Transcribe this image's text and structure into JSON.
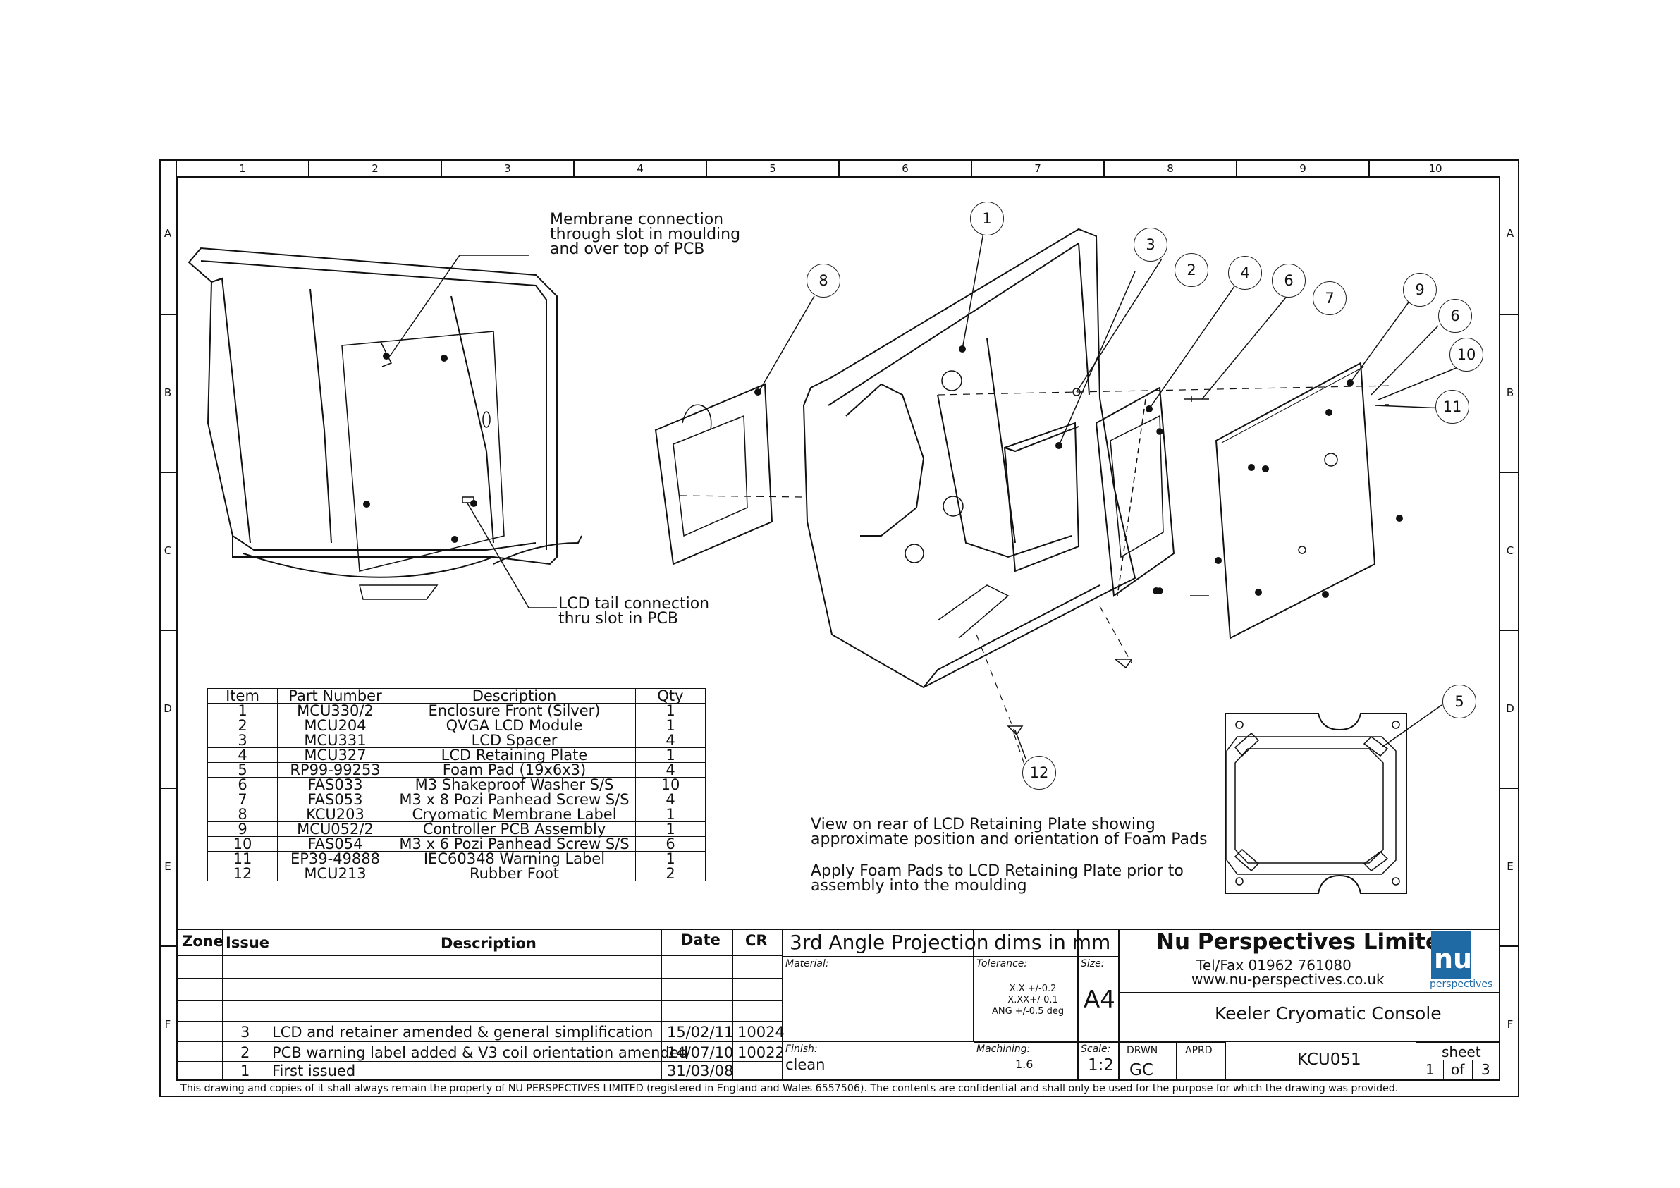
{
  "zones": {
    "cols": [
      "1",
      "2",
      "3",
      "4",
      "5",
      "6",
      "7",
      "8",
      "9",
      "10"
    ],
    "rows": [
      "A",
      "B",
      "C",
      "D",
      "E",
      "F"
    ]
  },
  "notes": {
    "membrane": [
      "Membrane connection",
      "through slot in moulding",
      "and over top of PCB"
    ],
    "lcd_tail": [
      "LCD tail connection",
      "thru slot in PCB"
    ],
    "rear_view": [
      "View on rear of LCD Retaining Plate showing",
      "approximate position and orientation of Foam Pads"
    ],
    "apply": [
      "Apply Foam Pads to LCD Retaining Plate prior to",
      "assembly into the moulding"
    ]
  },
  "balloons": [
    "1",
    "2",
    "3",
    "4",
    "5",
    "6",
    "7",
    "8",
    "9",
    "6",
    "10",
    "11",
    "12"
  ],
  "bom": {
    "headers": [
      "Item",
      "Part Number",
      "Description",
      "Qty"
    ],
    "rows": [
      [
        "1",
        "MCU330/2",
        "Enclosure Front (Silver)",
        "1"
      ],
      [
        "2",
        "MCU204",
        "QVGA LCD Module",
        "1"
      ],
      [
        "3",
        "MCU331",
        "LCD Spacer",
        "4"
      ],
      [
        "4",
        "MCU327",
        "LCD Retaining Plate",
        "1"
      ],
      [
        "5",
        "RP99-99253",
        "Foam Pad (19x6x3)",
        "4"
      ],
      [
        "6",
        "FAS033",
        "M3 Shakeproof Washer S/S",
        "10"
      ],
      [
        "7",
        "FAS053",
        "M3 x 8 Pozi Panhead Screw S/S",
        "4"
      ],
      [
        "8",
        "KCU203",
        "Cryomatic Membrane Label",
        "1"
      ],
      [
        "9",
        "MCU052/2",
        "Controller PCB Assembly",
        "1"
      ],
      [
        "10",
        "FAS054",
        "M3 x 6 Pozi Panhead Screw S/S",
        "6"
      ],
      [
        "11",
        "EP39-49888",
        "IEC60348 Warning Label",
        "1"
      ],
      [
        "12",
        "MCU213",
        "Rubber Foot",
        "2"
      ]
    ]
  },
  "revisions": {
    "headers": [
      "Zone",
      "Issue",
      "Description",
      "Date",
      "CR"
    ],
    "rows": [
      [
        "",
        "3",
        "LCD and retainer amended & general simplification",
        "15/02/11",
        "10024"
      ],
      [
        "",
        "2",
        "PCB warning label added & V3 coil orientation amended",
        "14/07/10",
        "10022"
      ],
      [
        "",
        "1",
        "First issued",
        "31/03/08",
        ""
      ]
    ]
  },
  "title_block": {
    "projection": "3rd Angle Projection",
    "dims": "dims in mm",
    "company": "Nu Perspectives Limited",
    "tel": "Tel/Fax 01962 761080",
    "web": "www.nu-perspectives.co.uk",
    "logo_text": "nu",
    "logo_sub": "perspectives",
    "material_label": "Material:",
    "tolerance_label": "Tolerance:",
    "tolerance_values": [
      "X.X +/-0.2",
      "X.XX+/-0.1",
      "ANG +/-0.5 deg"
    ],
    "size_label": "Size:",
    "size": "A4",
    "title": "Keeler Cryomatic Console",
    "finish_label": "Finish:",
    "finish": "clean",
    "machining_label": "Machining:",
    "machining": "1.6",
    "scale_label": "Scale:",
    "scale": "1:2",
    "drwn_label": "DRWN",
    "aprd_label": "APRD",
    "drwn": "GC",
    "drawing_no": "KCU051",
    "sheet_label": "sheet",
    "sheet_no": "1",
    "sheet_of": "of",
    "sheet_total": "3"
  },
  "footer": "This drawing and copies of it shall always remain the property of NU PERSPECTIVES LIMITED (registered in England and Wales 6557506). The contents are confidential and shall only be used for the purpose for which the drawing was provided.",
  "colors": {
    "line": "#111111",
    "logo": "#1f6aa5"
  }
}
